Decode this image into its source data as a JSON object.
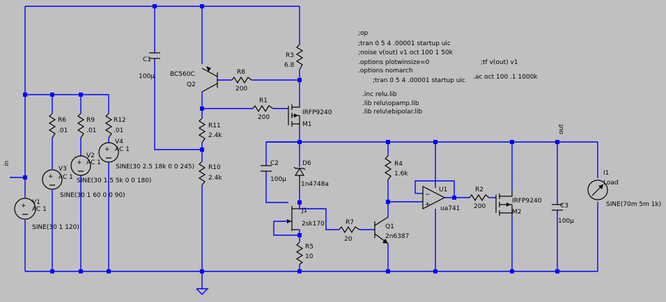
{
  "colors": {
    "background": "#c0c0c0",
    "wire": "#0000ff",
    "component": "#000000",
    "text": "#000000"
  },
  "directives": [
    ";op",
    ";tran 0 5 4 .00001 startup uic",
    ";noise v(out) v1 oct 100 1 50k",
    ".options plotwinsize=0",
    ".options nomarch",
    ";tran 0 5 4 .00001 startup uic",
    ".inc relu.lib",
    ".lib relu\\opamp.lib",
    ".lib relu\\ebipolar.lib",
    ";tf v(out) v1",
    ".ac oct 100 .1 1000k"
  ],
  "nets": {
    "in": "in",
    "out": "out"
  },
  "components": {
    "C1": {
      "name": "C1",
      "value": "100µ"
    },
    "Q2": {
      "name": "Q2",
      "model": "BC560C"
    },
    "R8": {
      "name": "R8",
      "value": "200"
    },
    "R3": {
      "name": "R3",
      "value": "6.8"
    },
    "R1": {
      "name": "R1",
      "value": "200"
    },
    "M1": {
      "name": "M1",
      "model": "IRFP9240"
    },
    "R11": {
      "name": "R11",
      "value": "2.4k"
    },
    "R10": {
      "name": "R10",
      "value": "2.4k"
    },
    "R6": {
      "name": "R6",
      "value": ".01"
    },
    "R9": {
      "name": "R9",
      "value": ".01"
    },
    "R12": {
      "name": "R12",
      "value": ".01"
    },
    "V1": {
      "name": "V1",
      "ac": "AC 1",
      "value": "SINE(30 1 120)"
    },
    "V2": {
      "name": "V2",
      "ac": "AC 1",
      "value": "SINE(30 1.5 5k 0 0 180)"
    },
    "V3": {
      "name": "V3",
      "ac": "AC 1",
      "value": "SINE(30 1 60 0 0 90)"
    },
    "V4": {
      "name": "V4",
      "ac": "AC 1",
      "value": "SINE(30 2.5 18k 0 0 245)"
    },
    "C2": {
      "name": "C2",
      "value": "100µ"
    },
    "D6": {
      "name": "D6",
      "model": "1n4748a"
    },
    "J1": {
      "name": "J1",
      "model": "2sk170"
    },
    "R5": {
      "name": "R5",
      "value": "10"
    },
    "R7": {
      "name": "R7",
      "value": "20"
    },
    "Q1": {
      "name": "Q1",
      "model": "2n6387"
    },
    "R4": {
      "name": "R4",
      "value": "1.6k"
    },
    "U1": {
      "name": "U1",
      "model": "ua741"
    },
    "R2": {
      "name": "R2",
      "value": "200"
    },
    "M2": {
      "name": "M2",
      "model": "IRFP9240"
    },
    "C3": {
      "name": "C3",
      "value": "100µ"
    },
    "I1": {
      "name": "I1",
      "tag": "Load",
      "value": "SINE(70m 5m 1k)"
    }
  }
}
